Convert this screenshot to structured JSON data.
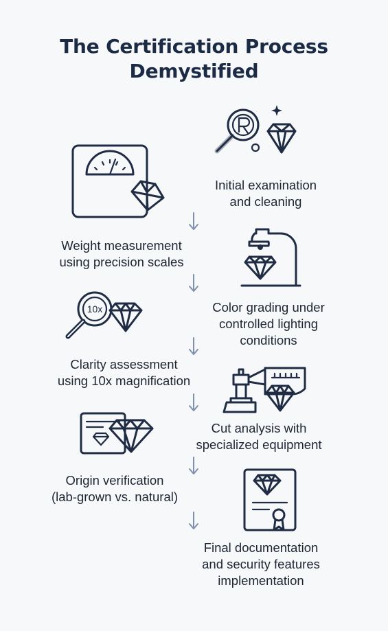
{
  "title": {
    "line1": "The Certification Process",
    "line2": "Demystified"
  },
  "steps": [
    {
      "line1": "Initial examination",
      "line2": "and cleaning",
      "icon": "magnifier-diamond-icon"
    },
    {
      "line1": "Weight measurement",
      "line2": "using precision scales",
      "icon": "scale-icon"
    },
    {
      "line1": "Color grading under",
      "line2": "controlled lighting",
      "line3": "conditions",
      "icon": "lamp-diamond-icon"
    },
    {
      "line1": "Clarity assessment",
      "line2": "using 10x magnification",
      "icon": "loupe-icon",
      "loupe_text": "10x"
    },
    {
      "line1": "Cut analysis with",
      "line2": "specialized equipment",
      "icon": "microscope-icon"
    },
    {
      "line1": "Origin verification",
      "line2": "(lab-grown vs. natural)",
      "icon": "id-card-icon"
    },
    {
      "line1": "Final documentation",
      "line2": "and security features",
      "line3": "implementation",
      "icon": "certificate-icon"
    }
  ],
  "colors": {
    "ink": "#1f2c44",
    "arrow": "#7f8fae",
    "background": "#f6f8fa"
  }
}
